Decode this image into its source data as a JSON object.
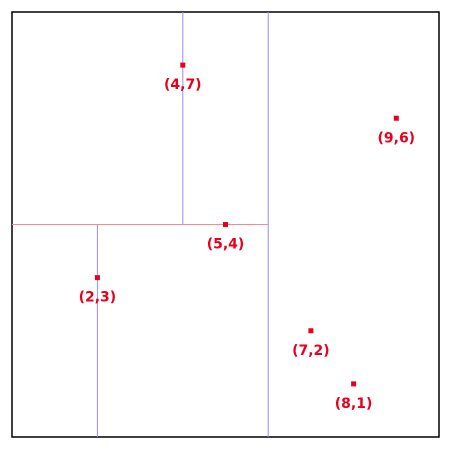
{
  "diagram": {
    "domain": {
      "x": [
        0,
        10
      ],
      "y": [
        0,
        8
      ]
    },
    "splits": [
      {
        "axis": "x",
        "at": 6,
        "from": 0,
        "to": 8,
        "depth": 0
      },
      {
        "axis": "y",
        "at": 4,
        "from": 0,
        "to": 6,
        "depth": 1
      },
      {
        "axis": "x",
        "at": 4,
        "from": 4,
        "to": 8,
        "depth": 2
      },
      {
        "axis": "x",
        "at": 2,
        "from": 0,
        "to": 4,
        "depth": 2
      }
    ],
    "points": [
      {
        "x": 4,
        "y": 7,
        "label": "(4,7)"
      },
      {
        "x": 9,
        "y": 6,
        "label": "(9,6)"
      },
      {
        "x": 5,
        "y": 4,
        "label": "(5,4)"
      },
      {
        "x": 2,
        "y": 3,
        "label": "(2,3)"
      },
      {
        "x": 7,
        "y": 2,
        "label": "(7,2)"
      },
      {
        "x": 8,
        "y": 1,
        "label": "(8,1)"
      }
    ],
    "colors": {
      "vertical_split": "#9b8cf0",
      "horizontal_split": "#f08c94",
      "point": "#e8001c",
      "frame": "#000000"
    }
  }
}
